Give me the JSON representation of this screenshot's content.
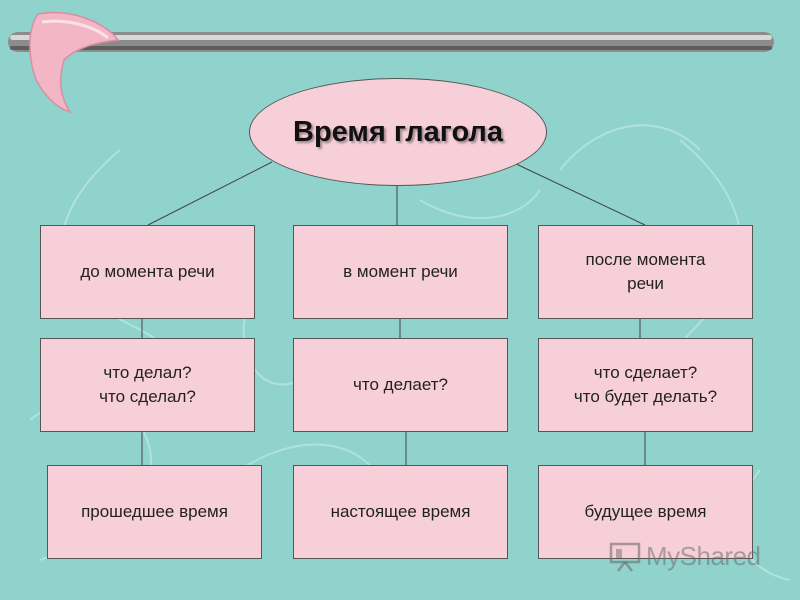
{
  "colors": {
    "background": "#8fd3cc",
    "box_fill": "#f7cfd9",
    "box_border": "#555555",
    "rail": "#8c8c8c"
  },
  "diagram": {
    "root": "Время глагола",
    "columns": [
      {
        "moment": "до момента речи",
        "question": "что делал?\nчто сделал?",
        "tense": "прошедшее время"
      },
      {
        "moment": "в момент речи",
        "question": "что делает?",
        "tense": "настоящее время"
      },
      {
        "moment": "после момента\nречи",
        "question": "что сделает?\nчто будет делать?",
        "tense": "будущее время"
      }
    ]
  },
  "watermark": {
    "text": "MyShared",
    "icon": "presentation-board-icon"
  }
}
